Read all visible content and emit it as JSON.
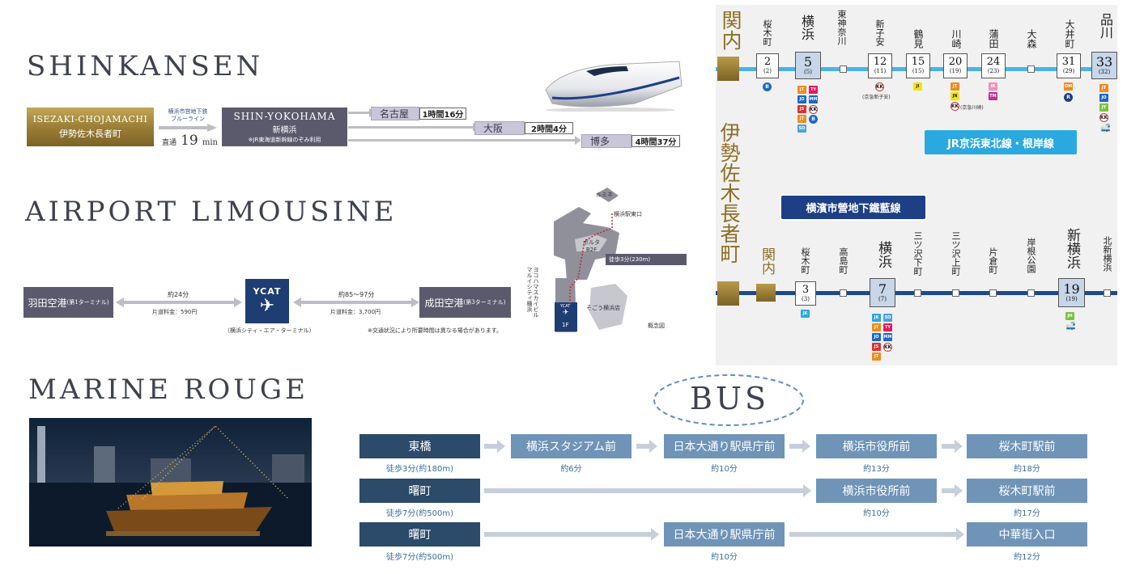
{
  "shinkansen": {
    "heading": "SHINKANSEN",
    "origin_en": "ISEZAKI-CHOJAMACHI",
    "origin_jp": "伊勢佐木長者町",
    "line_label_1": "横浜市営地下鉄",
    "line_label_2": "ブルーライン",
    "direct_label": "直通",
    "direct_time": "19",
    "direct_unit": "min",
    "hub_en": "SHIN-YOKOHAMA",
    "hub_jp": "新横浜",
    "hub_note": "※JR東海道新幹線のぞみ利用",
    "destinations": [
      {
        "name": "名古屋",
        "time": "1時間16分"
      },
      {
        "name": "大阪",
        "time": "2時間4分"
      },
      {
        "name": "博多",
        "time": "4時間37分"
      }
    ]
  },
  "limousine": {
    "heading": "AIRPORT LIMOUSINE",
    "haneda": "羽田空港",
    "haneda_term": "(第1ターミナル)",
    "haneda_time": "約24分",
    "haneda_fare": "片道料金：590円",
    "ycat": "YCAT",
    "ycat_caption": "（横浜シティ・エア・ターミナル）",
    "narita": "成田空港",
    "narita_term": "(第3ターミナル)",
    "narita_time": "約85～97分",
    "narita_fare": "片道料金：3,700円",
    "note": "※交通状況により所要時間は異なる場合があります。",
    "map": {
      "lumine": "ルミネ",
      "east_exit": "横浜駅東口",
      "porta": "ポルタ\nB2F",
      "walk": "徒歩3分(230m)",
      "mahoroba": "ヨコハマスカイビル\nマルイシティ横浜",
      "ycat_floor": "1F",
      "ycat_label": "YCAT",
      "sogo": "そごう横浜店",
      "concept": "概念図"
    }
  },
  "marine": {
    "heading": "MARINE ROUGE"
  },
  "bus": {
    "heading": "BUS",
    "row1": {
      "start": "東橋",
      "start_sub": "徒歩3分(約180m)",
      "stops": [
        {
          "name": "横浜スタジアム前",
          "sub": "約6分"
        },
        {
          "name": "日本大通り駅県庁前",
          "sub": "約10分"
        },
        {
          "name": "横浜市役所前",
          "sub": "約13分"
        },
        {
          "name": "桜木町駅前",
          "sub": "約18分"
        }
      ]
    },
    "row2": {
      "start": "曙町",
      "start_sub": "徒歩7分(約500m)",
      "stops": [
        {
          "name": "横浜市役所前",
          "sub": "約10分"
        },
        {
          "name": "桜木町駅前",
          "sub": "約17分"
        }
      ]
    },
    "row3": {
      "start": "曙町",
      "start_sub": "徒歩7分(約500m)",
      "stops": [
        {
          "name": "日本大通り駅県庁前",
          "sub": "約10分"
        },
        {
          "name": "中華街入口",
          "sub": "約12分"
        }
      ]
    }
  },
  "railmap": {
    "kannai_top": "関内",
    "isezaki": "伊勢佐木長者町",
    "jr_label": "JR京浜東北線・根岸線",
    "subway_label": "横濱市營地下鐵藍線",
    "top_stations": [
      {
        "name": "桜木町",
        "num": "2",
        "sub": "(2)"
      },
      {
        "name": "横浜",
        "num": "5",
        "sub": "(5)"
      },
      {
        "name": "東神奈川",
        "num": "",
        "sub": ""
      },
      {
        "name": "新子安",
        "num": "12",
        "sub": "(11)",
        "note": "(京急新子安)"
      },
      {
        "name": "鶴見",
        "num": "15",
        "sub": "(15)"
      },
      {
        "name": "川崎",
        "num": "20",
        "sub": "(19)",
        "note": "(京急川崎)"
      },
      {
        "name": "蒲田",
        "num": "24",
        "sub": "(23)"
      },
      {
        "name": "大森",
        "num": "",
        "sub": ""
      },
      {
        "name": "大井町",
        "num": "31",
        "sub": "(29)"
      },
      {
        "name": "品川",
        "num": "33",
        "sub": "(32)"
      }
    ],
    "bottom_stations": [
      {
        "name": "関内",
        "num": "",
        "sub": ""
      },
      {
        "name": "桜木町",
        "num": "3",
        "sub": "(3)"
      },
      {
        "name": "高島町",
        "num": "",
        "sub": ""
      },
      {
        "name": "横浜",
        "num": "7",
        "sub": "(7)"
      },
      {
        "name": "三ツ沢下町",
        "num": "",
        "sub": ""
      },
      {
        "name": "三ツ沢上町",
        "num": "",
        "sub": ""
      },
      {
        "name": "片倉町",
        "num": "",
        "sub": ""
      },
      {
        "name": "岸根公園",
        "num": "",
        "sub": ""
      },
      {
        "name": "新横浜",
        "num": "19",
        "sub": "(19)"
      },
      {
        "name": "北新横浜",
        "num": "",
        "sub": ""
      }
    ],
    "badges": {
      "jt": "JT",
      "ty": "TY",
      "jo": "JO",
      "mm": "MM",
      "js": "JS",
      "kk": "KK",
      "so": "SO",
      "b": "B",
      "ji": "JI",
      "jn": "JN",
      "ik": "IK",
      "tm": "TM",
      "om": "OM",
      "r": "R",
      "jy": "JY",
      "jk": "JK",
      "jh": "JH"
    }
  },
  "colors": {
    "gold": "#a88a3e",
    "slate": "#5b5a6d",
    "navy": "#2c4a69",
    "light_blue": "#6f94b8",
    "jr_line": "#49b3e5",
    "subway_line": "#1f4a8a"
  }
}
